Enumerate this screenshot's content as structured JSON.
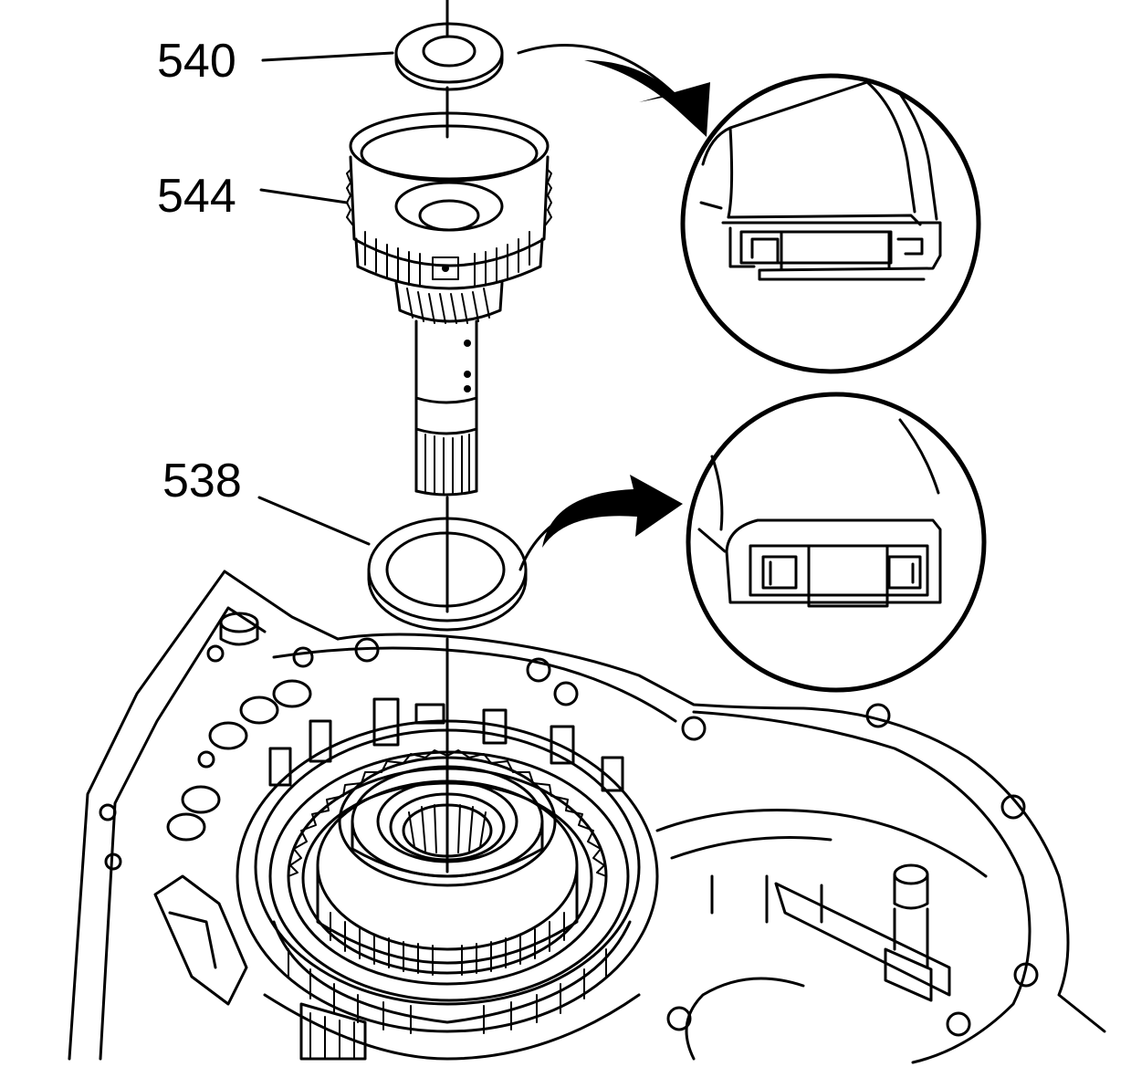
{
  "callouts": [
    {
      "id": "540",
      "label": "540"
    },
    {
      "id": "544",
      "label": "544"
    },
    {
      "id": "538",
      "label": "538"
    }
  ],
  "colors": {
    "line": "#000000",
    "background": "#ffffff"
  },
  "icons": [
    "arrow-icon",
    "detail-view-icon"
  ]
}
